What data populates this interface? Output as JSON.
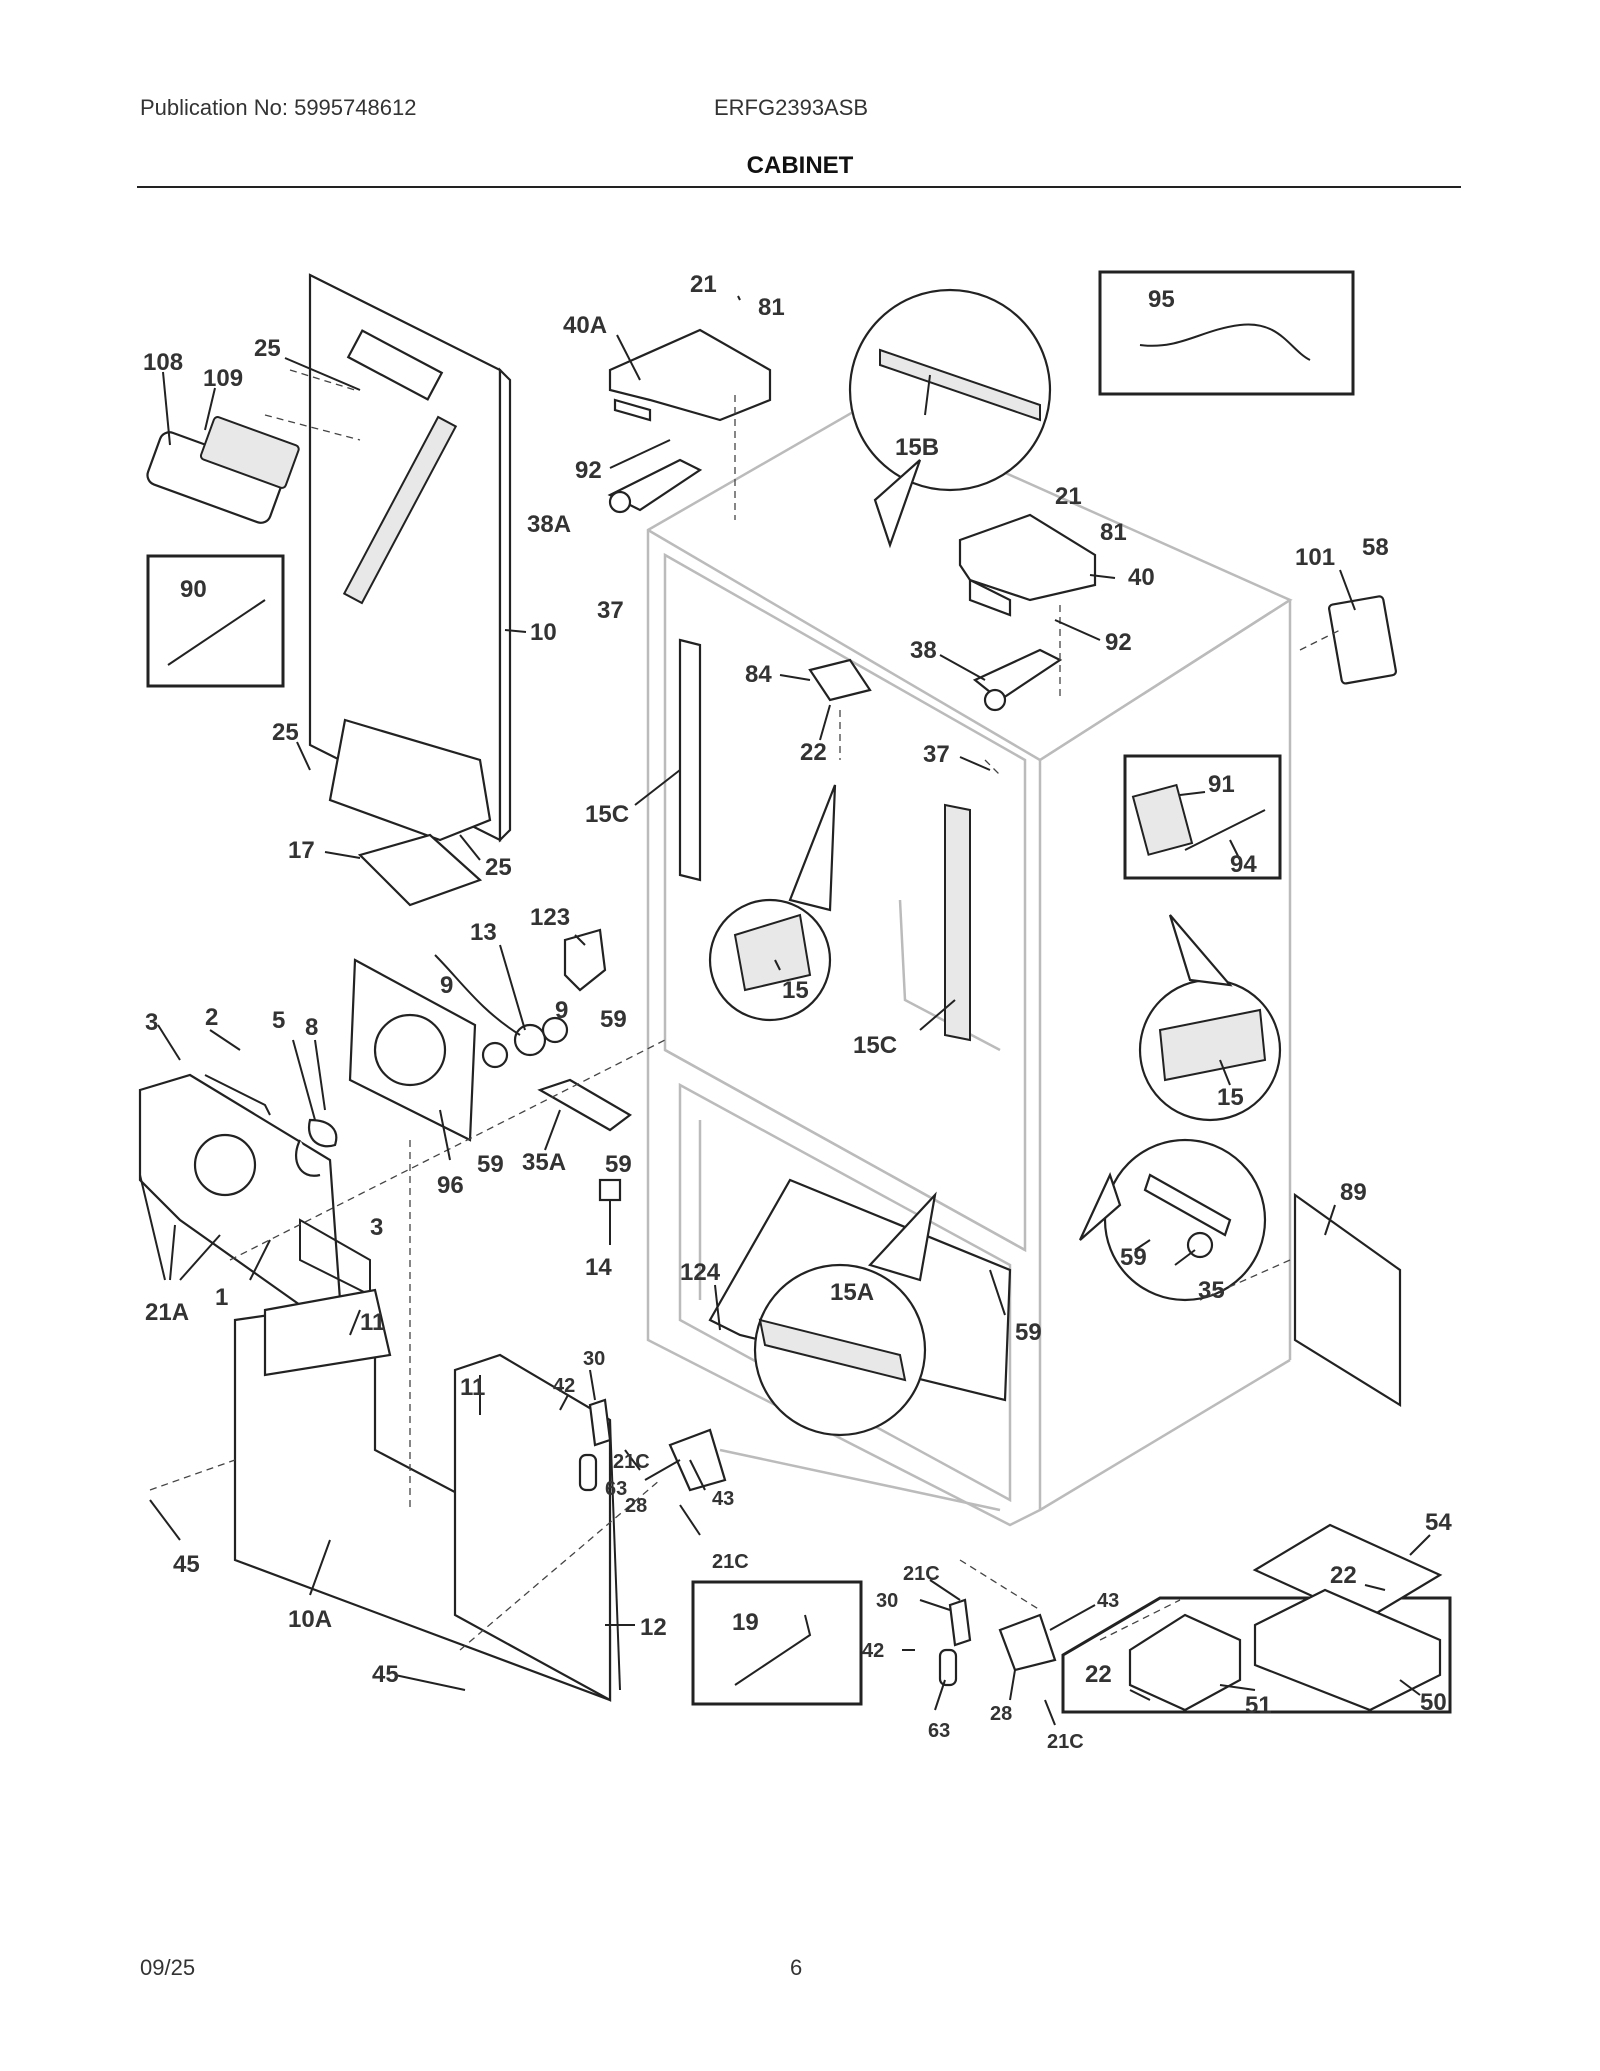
{
  "header": {
    "publication": "Publication No: 5995748612",
    "model": "ERFG2393ASB",
    "title": "CABINET"
  },
  "footer": {
    "date": "09/25",
    "page": "6"
  },
  "callouts": {
    "c108": "108",
    "c109": "109",
    "c25a": "25",
    "c90": "90",
    "c10": "10",
    "c25b": "25",
    "c17": "17",
    "c25c": "25",
    "c21a": "21",
    "c81a": "81",
    "c40A": "40A",
    "c92a": "92",
    "c38A": "38A",
    "c37a": "37",
    "c15B": "15B",
    "c95": "95",
    "c21b": "21",
    "c81b": "81",
    "c40": "40",
    "c92b": "92",
    "c38": "38",
    "c101": "101",
    "c58": "58",
    "c84": "84",
    "c22a": "22",
    "c37b": "37",
    "c15Ca": "15C",
    "c91": "91",
    "c94": "94",
    "c15a": "15",
    "c15Cb": "15C",
    "c15b": "15",
    "c13": "13",
    "c123": "123",
    "c9a": "9",
    "c9b": "9",
    "c3a": "3",
    "c2": "2",
    "c5": "5",
    "c8": "8",
    "c59a": "59",
    "c59b": "59",
    "c35A": "35A",
    "c59c": "59",
    "c96": "96",
    "c3b": "3",
    "c21Aa": "21A",
    "c1": "1",
    "c14": "14",
    "c124": "124",
    "c15A": "15A",
    "c59d": "59",
    "c59e": "59",
    "c35": "35",
    "c89": "89",
    "c11a": "11",
    "c11b": "11",
    "c30a": "30",
    "c42a": "42",
    "c21Ca": "21C",
    "c63a": "63",
    "c28a": "28",
    "c43a": "43",
    "c21Cb": "21C",
    "c45a": "45",
    "c10A": "10A",
    "c12": "12",
    "c45b": "45",
    "c19": "19",
    "c21Cc": "21C",
    "c30b": "30",
    "c43b": "43",
    "c42b": "42",
    "c63b": "63",
    "c28b": "28",
    "c21Cd": "21C",
    "c54": "54",
    "c22b": "22",
    "c22c": "22",
    "c51": "51",
    "c50": "50"
  }
}
